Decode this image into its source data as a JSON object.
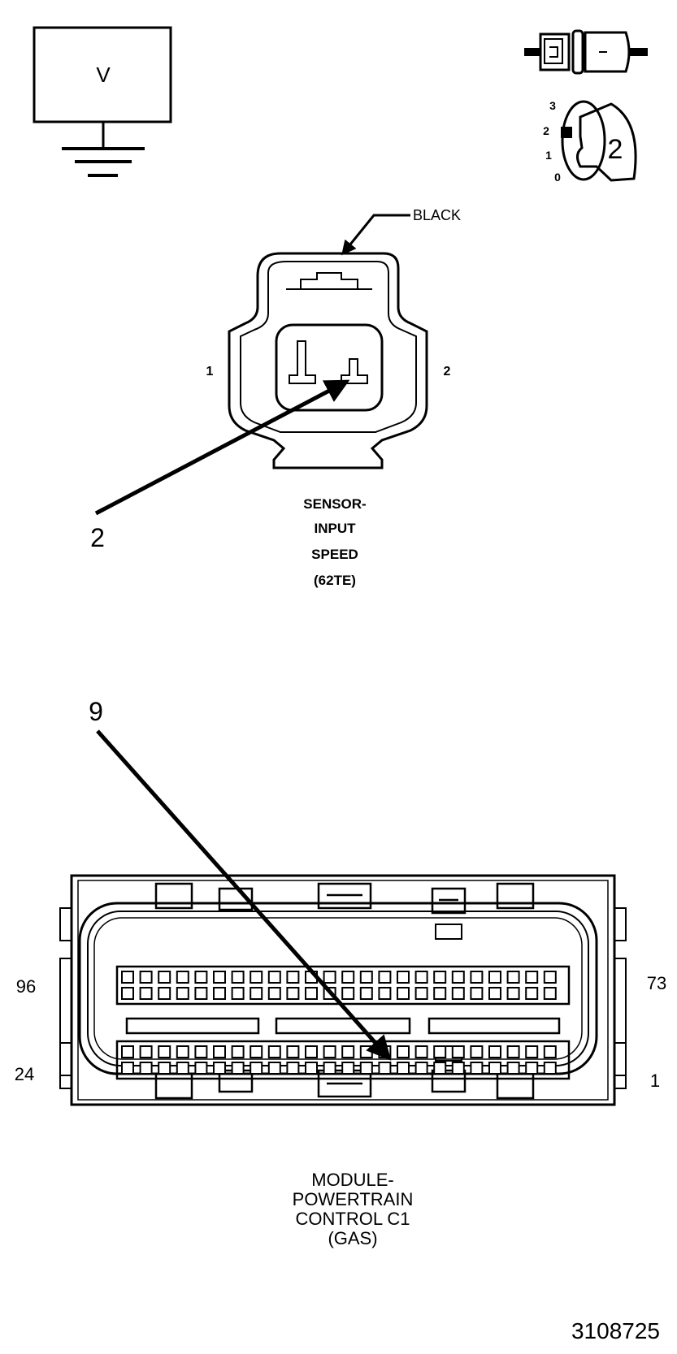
{
  "legend": {
    "voltmeter_symbol": "V",
    "ignition_positions": [
      "3",
      "2",
      "1",
      "0"
    ],
    "ignition_key_position": "2"
  },
  "sensor": {
    "color_label": "BLACK",
    "pin_left": "1",
    "pin_right": "2",
    "callout": "2",
    "name_lines": [
      "SENSOR-",
      "INPUT",
      "SPEED",
      "(62TE)"
    ]
  },
  "module": {
    "callout": "9",
    "pin_top_left": "96",
    "pin_top_right": "73",
    "pin_bottom_left": "24",
    "pin_bottom_right": "1",
    "name_lines": [
      "MODULE-",
      "POWERTRAIN",
      "CONTROL C1",
      "(GAS)"
    ]
  },
  "figure_number": "3108725"
}
